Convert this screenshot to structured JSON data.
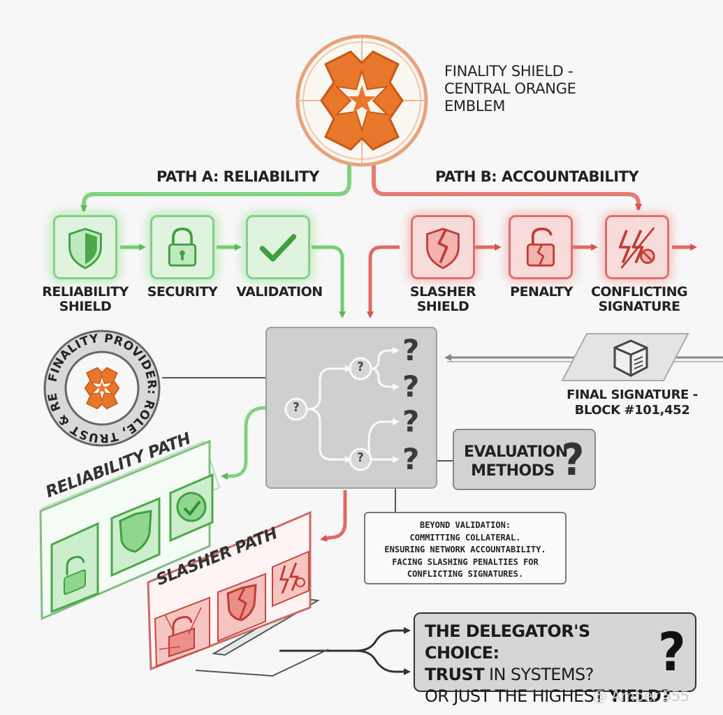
{
  "central": {
    "label": "FINALITY SHIELD -\nCENTRAL ORANGE\nEMBLEM"
  },
  "paths": {
    "a_title": "PATH A: RELIABILITY",
    "b_title": "PATH B: ACCOUNTABILITY"
  },
  "path_a": [
    {
      "label": "RELIABILITY\nSHIELD",
      "icon": "shield-icon"
    },
    {
      "label": "SECURITY",
      "icon": "lock-icon"
    },
    {
      "label": "VALIDATION",
      "icon": "checkmark-icon"
    }
  ],
  "path_b": [
    {
      "label": "SLASHER\nSHIELD",
      "icon": "broken-shield-icon"
    },
    {
      "label": "PENALTY",
      "icon": "broken-lock-icon"
    },
    {
      "label": "CONFLICTING\nSIGNATURE",
      "icon": "lightning-icon"
    }
  ],
  "provider_badge": {
    "text": "FINALITY PROVIDER: ROLE, TRUST & RESPONSIBILITY"
  },
  "final_signature": {
    "label": "FINAL SIGNATURE -\nBLOCK #101,452",
    "icon": "block-cube-icon"
  },
  "evaluation": {
    "label": "EVALUATION\nMETHODS",
    "mark": "?"
  },
  "beyond": {
    "text": "BEYOND VALIDATION:\nCOMMITTING COLLATERAL.\nENSURING NETWORK ACCOUNTABILITY.\nFACING SLASHING PENALTIES FOR\nCONFLICTING SIGNATURES."
  },
  "cards": {
    "reliability_title": "RELIABILITY PATH",
    "slasher_title": "SLASHER PATH"
  },
  "choice": {
    "line1": "THE DELEGATOR'S CHOICE:",
    "line2_bold": "TRUST",
    "line2_rest": " IN SYSTEMS?",
    "line3_rest": "OR JUST THE HIGHEST ",
    "line3_bold": "YIELD?",
    "mark": "?"
  },
  "decision_tree": {
    "node_mark": "?",
    "outcome_mark": "?"
  },
  "watermark": "@ Amber 555",
  "colors": {
    "orange": "#e8762b",
    "green": "#7fcf7f",
    "red": "#e26a63",
    "gray": "#cfcfcf"
  }
}
